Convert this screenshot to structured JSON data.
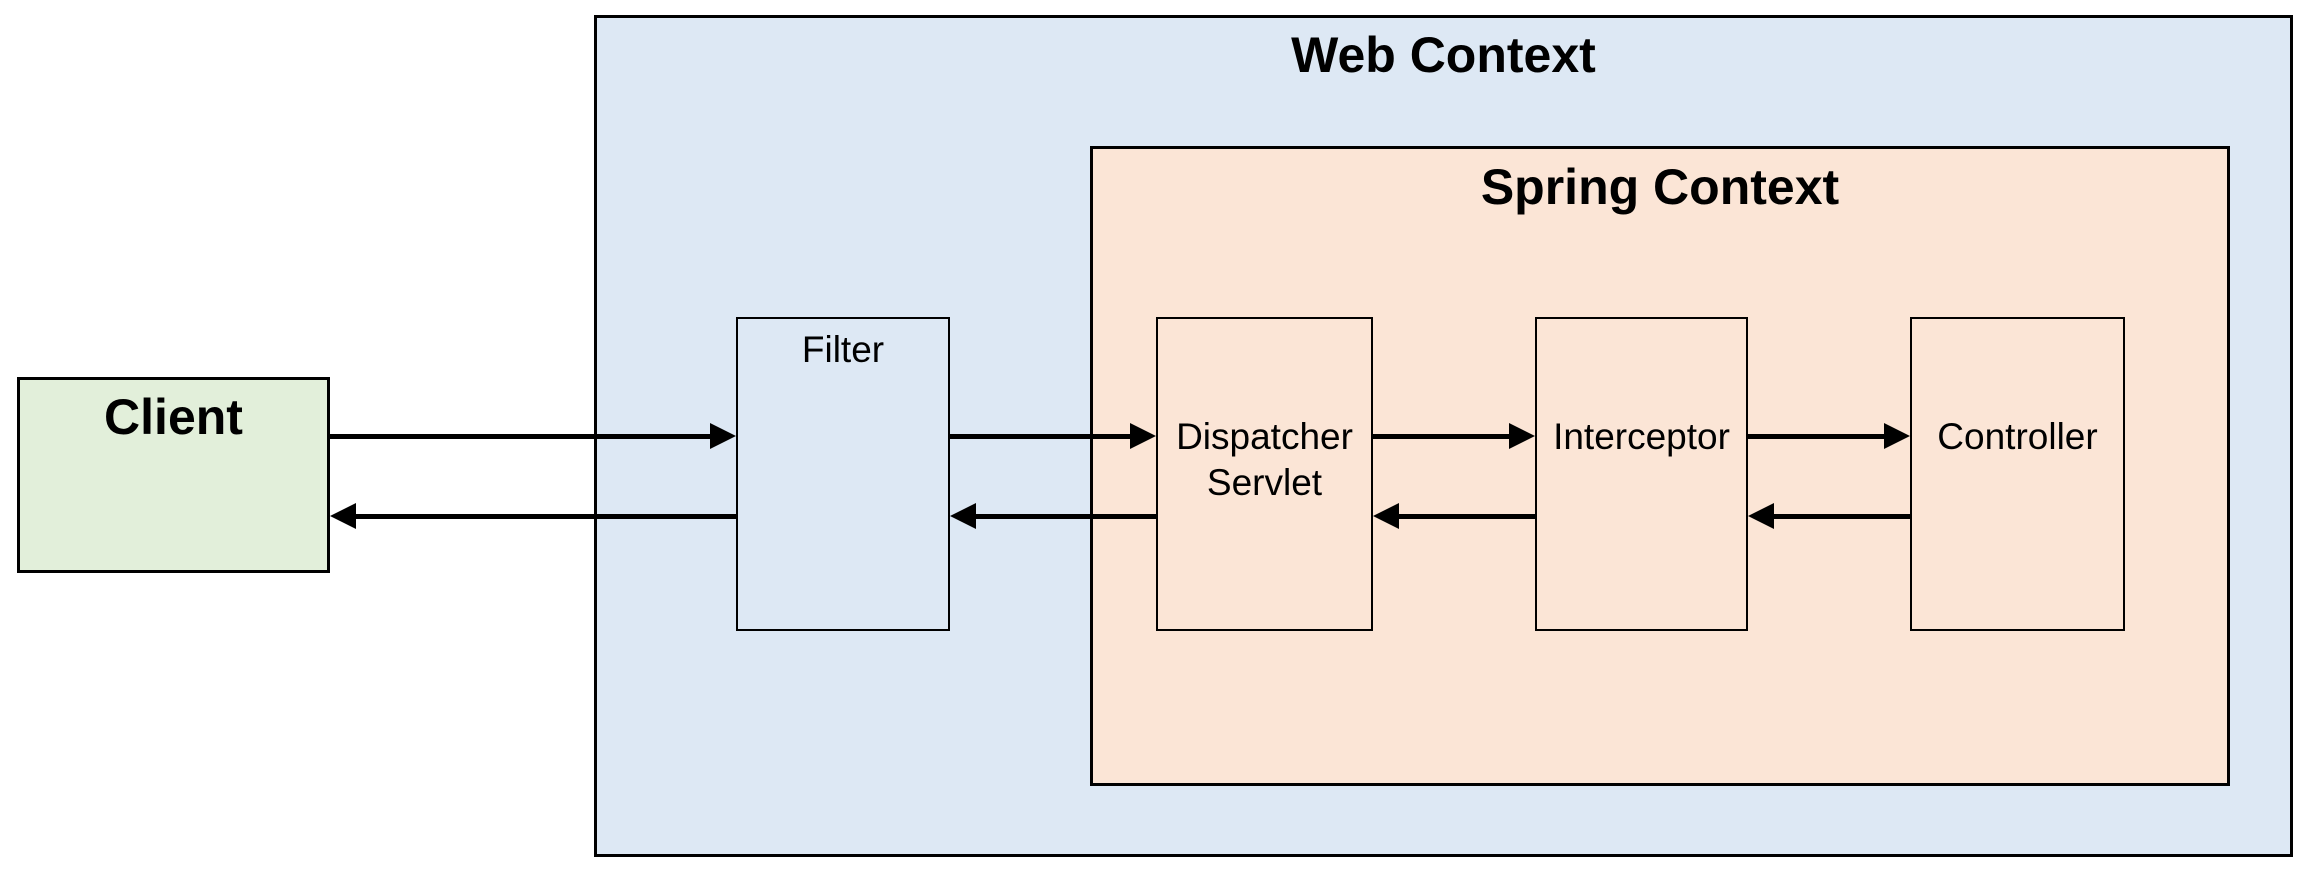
{
  "containers": {
    "web_context": {
      "title": "Web Context"
    },
    "spring_context": {
      "title": "Spring Context"
    }
  },
  "nodes": {
    "client": {
      "label": "Client"
    },
    "filter": {
      "label": "Filter"
    },
    "dispatcher_servlet": {
      "lines": [
        "Dispatcher",
        "Servlet"
      ]
    },
    "interceptor": {
      "label": "Interceptor"
    },
    "controller": {
      "label": "Controller"
    }
  },
  "flows": [
    {
      "from": "Client",
      "to": "Filter",
      "direction": "forward"
    },
    {
      "from": "Filter",
      "to": "Dispatcher Servlet",
      "direction": "forward"
    },
    {
      "from": "Dispatcher Servlet",
      "to": "Interceptor",
      "direction": "forward"
    },
    {
      "from": "Interceptor",
      "to": "Controller",
      "direction": "forward"
    },
    {
      "from": "Controller",
      "to": "Interceptor",
      "direction": "return"
    },
    {
      "from": "Interceptor",
      "to": "Dispatcher Servlet",
      "direction": "return"
    },
    {
      "from": "Dispatcher Servlet",
      "to": "Filter",
      "direction": "return"
    },
    {
      "from": "Filter",
      "to": "Client",
      "direction": "return"
    }
  ],
  "colors": {
    "client_fill": "#e2efda",
    "web_context_fill": "#dde8f4",
    "filter_fill": "#dde8f4",
    "spring_context_fill": "#fbe5d6",
    "inner_node_fill": "#fbe5d6",
    "border": "#000000",
    "arrow": "#000000",
    "background": "#ffffff"
  }
}
